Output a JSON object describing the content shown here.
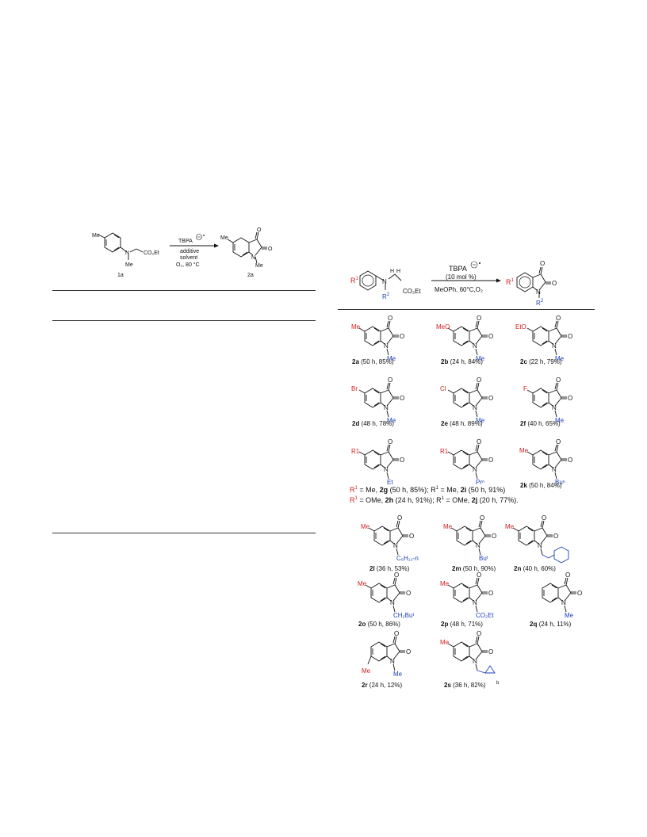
{
  "left_scheme": {
    "reagent": "TBPA",
    "conditions": [
      "additive",
      "solvent",
      "O₂, 80 °C"
    ],
    "substrate_label": "1a",
    "product_label": "2a",
    "substrate_groups": {
      "me_top": "Me",
      "n": "N",
      "me_n": "Me",
      "ester": "CO₂Et"
    },
    "product_groups": {
      "me": "Me",
      "n": "N",
      "me_n": "Me",
      "o1": "O",
      "o2": "O"
    }
  },
  "right_scheme": {
    "reagent": "TBPA",
    "loading": "(10 mol %)",
    "conditions": "MeOPh, 60°C,O₂",
    "substrate_groups": {
      "r1": "R",
      "r1_sup": "1",
      "n": "N",
      "r2": "R",
      "r2_sup": "2",
      "h1": "H",
      "h2": "H",
      "ester": "CO₂Et"
    },
    "product_groups": {
      "r1": "R",
      "r1_sup": "1",
      "n": "N",
      "r2": "R",
      "r2_sup": "2",
      "o1": "O",
      "o2": "O"
    }
  },
  "products": [
    {
      "id": "2a",
      "conditions": " (50 h, 85%)",
      "r5": "Me",
      "r5_color": "red",
      "nsub": "Me"
    },
    {
      "id": "2b",
      "conditions": " (24 h, 84%)",
      "r5": "MeO",
      "r5_color": "red",
      "nsub": "Me"
    },
    {
      "id": "2c",
      "conditions": " (22 h, 79%)",
      "r5": "EtO",
      "r5_color": "red",
      "nsub": "Me"
    },
    {
      "id": "2d",
      "conditions": " (48 h, 78%)",
      "r5": "Br",
      "r5_color": "red",
      "nsub": "Me"
    },
    {
      "id": "2e",
      "conditions": " (48 h, 89%)",
      "r5": "Cl",
      "r5_color": "red",
      "nsub": "Me"
    },
    {
      "id": "2f",
      "conditions": " (40 h, 65%)",
      "r5": "F",
      "r5_color": "red",
      "nsub": "Me"
    },
    {
      "id": "2k",
      "conditions": " (50 h, 84%)",
      "r5": "Me",
      "r5_color": "red",
      "nsub": "Buⁿ"
    },
    {
      "id": "2l",
      "conditions": " (36 h, 53%)",
      "r5": "Me",
      "r5_color": "red",
      "nsub": "C₆H₁₃-n"
    },
    {
      "id": "2m",
      "conditions": " (50 h, 90%)",
      "r5": "Me",
      "r5_color": "red",
      "nsub": "Buᵗ"
    },
    {
      "id": "2n",
      "conditions": " (40 h, 60%)",
      "r5": "Me",
      "r5_color": "red",
      "nsub": ""
    },
    {
      "id": "2o",
      "conditions": " (50 h, 86%)",
      "r5": "Me",
      "r5_color": "red",
      "nsub": "CH₂Buᵗ"
    },
    {
      "id": "2p",
      "conditions": " (48 h, 71%)",
      "r5": "Me",
      "r5_color": "red",
      "nsub": "CO₂Et"
    },
    {
      "id": "2q",
      "conditions": " (24 h, 11%)",
      "r5": "",
      "r5_color": "red",
      "nsub": "Me"
    },
    {
      "id": "2r",
      "conditions": " (24 h, 12%)",
      "r5": "Me",
      "r5_color": "red",
      "nsub": "Me"
    },
    {
      "id": "2s",
      "conditions": " (36 h, 82%)",
      "r5": "Me",
      "r5_color": "red",
      "nsub": ""
    }
  ],
  "generic_pair": {
    "left": {
      "r": "R",
      "r_sup": "1",
      "nsub": "Et"
    },
    "right": {
      "r": "R",
      "r_sup": "1",
      "nsub": "Prⁿ"
    },
    "line1_a": "R",
    "line1_a_sup": "1",
    "line1_b": " = Me, ",
    "line1_c": "2g",
    "line1_d": " (50 h, 85%);   R",
    "line1_d_sup": "1",
    "line1_e": " = Me, ",
    "line1_f": "2i",
    "line1_g": " (50 h, 91%)",
    "line2_a": "R",
    "line2_a_sup": "1",
    "line2_b": " = OMe, ",
    "line2_c": "2h",
    "line2_d": " (24 h, 91%);  R",
    "line2_d_sup": "1",
    "line2_e": " = OMe, ",
    "line2_f": "2j",
    "line2_g": " (20 h, 77%)."
  },
  "footnote_2s": "b",
  "colors": {
    "red": "#d42020",
    "blue": "#1b3fb5",
    "black": "#111111"
  }
}
